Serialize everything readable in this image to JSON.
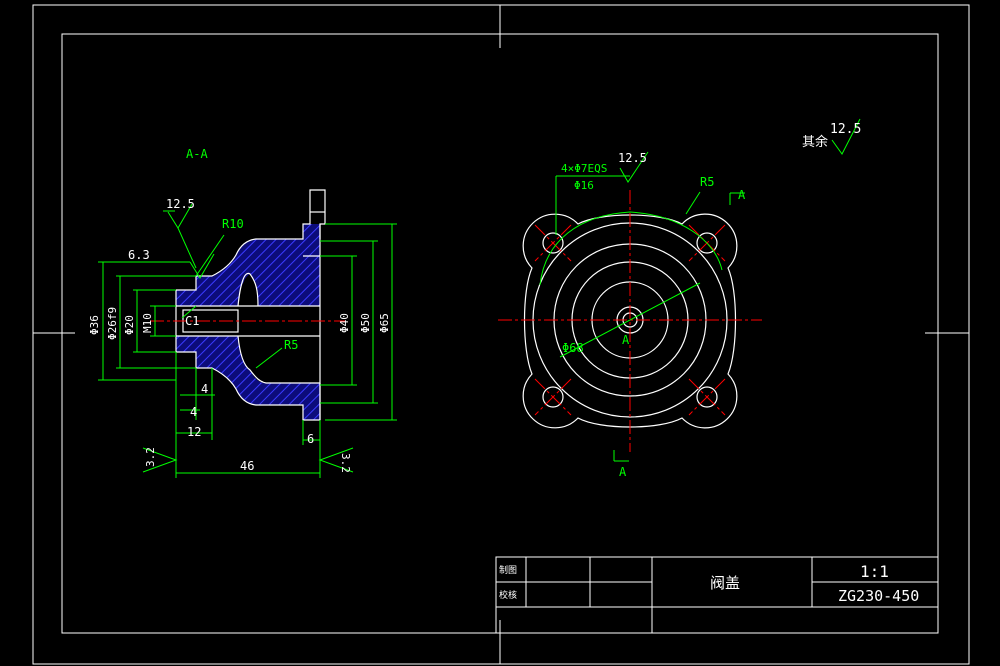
{
  "colors": {
    "background": "#000000",
    "outline": "#ffffff",
    "dimension": "#00ff00",
    "centerline": "#ff0000",
    "hatch": "#2b2bff"
  },
  "section_view": {
    "label": "A-A",
    "roughness_top": "12.5",
    "roughness_left": "6.3",
    "fillet_top": "R10",
    "fillet_inner": "R5",
    "chamfer": "C1",
    "dim_phi36": "Φ36",
    "dim_phi26f9": "Φ26f9",
    "dim_phi20": "Φ20",
    "dim_m10": "M10",
    "dim_phi40": "Φ40",
    "dim_phi50": "Φ50",
    "dim_phi65": "Φ65",
    "dim_4a": "4",
    "dim_4b": "4",
    "dim_12": "12",
    "dim_6": "6",
    "dim_46": "46",
    "roughness_left_bottom": "3.2",
    "roughness_right_bottom": "3.2"
  },
  "plan_view": {
    "holes_note": "4×Φ7EQS",
    "holes_counterbore": "Φ16",
    "roughness": "12.5",
    "radius": "R5",
    "section_mark_top": "A",
    "section_mark_bottom": "A",
    "center_mark": "A",
    "dim_phi68": "Φ68"
  },
  "general_roughness": {
    "label": "其余",
    "value": "12.5"
  },
  "title_block": {
    "row1_label": "制图",
    "row2_label": "校核",
    "part_name": "阀盖",
    "scale": "1:1",
    "material": "ZG230-450"
  }
}
